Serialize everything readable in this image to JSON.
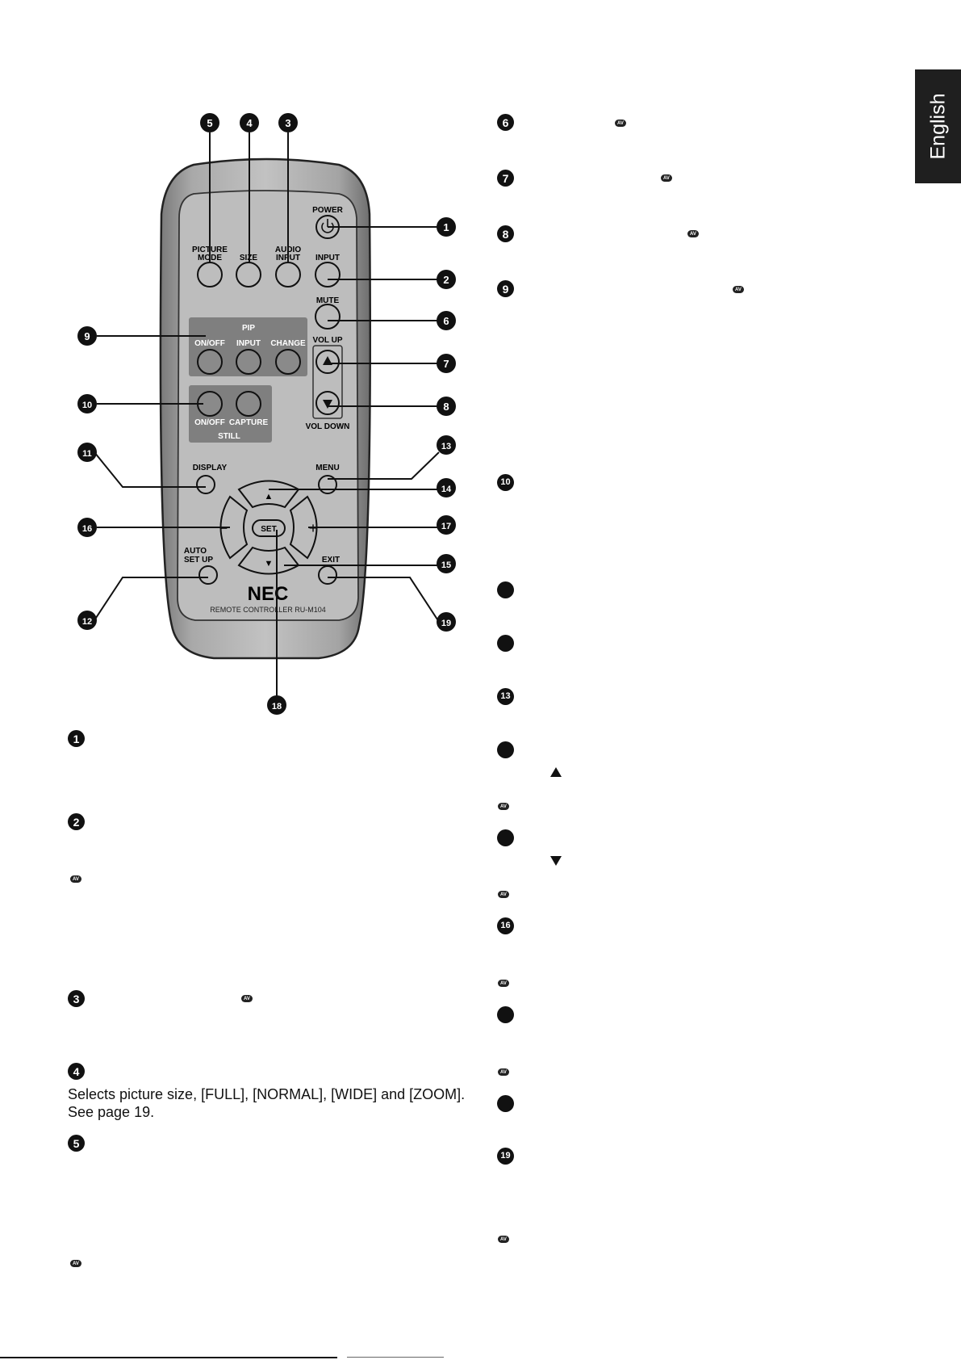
{
  "side_tab": {
    "label": "English"
  },
  "remote": {
    "brand": "NEC",
    "model_text": "REMOTE CONTROLLER RU-M104",
    "labels": {
      "power": "POWER",
      "picture_mode_1": "PICTURE",
      "picture_mode_2": "MODE",
      "size": "SIZE",
      "audio_input_1": "AUDIO",
      "audio_input_2": "INPUT",
      "input": "INPUT",
      "mute": "MUTE",
      "pip": "PIP",
      "pip_onoff": "ON/OFF",
      "pip_input": "INPUT",
      "pip_change": "CHANGE",
      "vol_up": "VOL UP",
      "vol_down": "VOL DOWN",
      "still_onoff": "ON/OFF",
      "still_capture": "CAPTURE",
      "still": "STILL",
      "display": "DISPLAY",
      "menu": "MENU",
      "minus": "−",
      "set": "SET",
      "plus": "+",
      "auto_setup_1": "AUTO",
      "auto_setup_2": "SET UP",
      "exit": "EXIT",
      "arrow_up": "▲",
      "arrow_down": "▼"
    }
  },
  "callouts": {
    "c1": "1",
    "c2": "2",
    "c3": "3",
    "c4": "4",
    "c5": "5",
    "c6": "6",
    "c7": "7",
    "c8": "8",
    "c9": "9",
    "c10": "10",
    "c11": "11",
    "c12": "12",
    "c13": "13",
    "c14": "14",
    "c15": "15",
    "c16": "16",
    "c17": "17",
    "c18": "18",
    "c19": "19"
  },
  "left_items": {
    "n1": "1",
    "n2": "2",
    "n3": "3",
    "n4": "4",
    "n5": "5"
  },
  "right_items": {
    "n6": "6",
    "n7": "7",
    "n8": "8",
    "n9": "9",
    "n10": "10",
    "n13": "13",
    "n16": "16",
    "n19": "19"
  },
  "av_badge": "AV",
  "size_description": {
    "line1": "Selects picture size, [FULL], [NORMAL], [WIDE] and [ZOOM].",
    "line2": "See page 19."
  }
}
